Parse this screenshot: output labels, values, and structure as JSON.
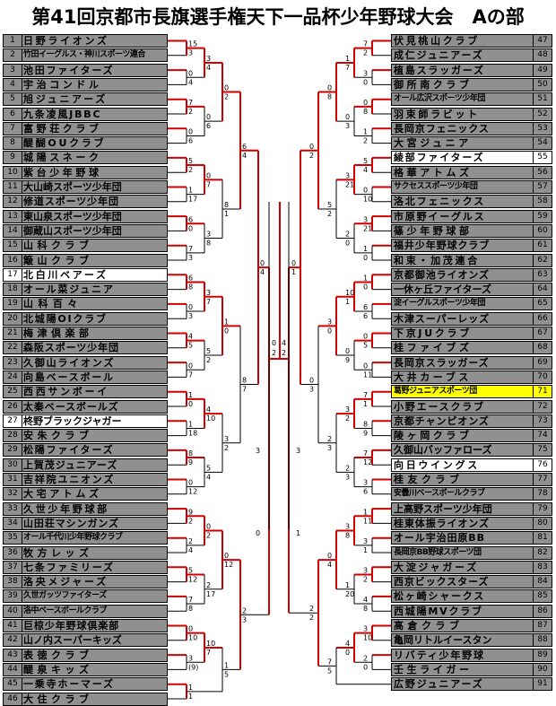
{
  "title": "第41回京都市長旗選手権天下一品杯少年野球大会　Aの部",
  "colors": {
    "team_bg": "#909090",
    "white_bg": "#ffffff",
    "highlight_bg": "#ffff00",
    "line_red": "#d00000",
    "line_black": "#000000"
  },
  "left_teams": [
    {
      "num": "1",
      "name": "日野ライオンズ"
    },
    {
      "num": "2",
      "name": "竹田イーグルス・神川スポーツ連合"
    },
    {
      "num": "3",
      "name": "池田ファイターズ"
    },
    {
      "num": "4",
      "name": "宇治コンドル"
    },
    {
      "num": "5",
      "name": "旭ジュニアーズ"
    },
    {
      "num": "6",
      "name": "九条凌風JBBC"
    },
    {
      "num": "7",
      "name": "富野荘クラブ"
    },
    {
      "num": "8",
      "name": "醍醐OUクラブ"
    },
    {
      "num": "9",
      "name": "城陽スネーク"
    },
    {
      "num": "10",
      "name": "紫台少年野球"
    },
    {
      "num": "11",
      "name": "大山崎スポーツ少年団"
    },
    {
      "num": "12",
      "name": "修道スポーツ少年団"
    },
    {
      "num": "13",
      "name": "東山泉スポーツ少年団"
    },
    {
      "num": "14",
      "name": "御蔵山スポーツ少年団"
    },
    {
      "num": "15",
      "name": "山科クラブ"
    },
    {
      "num": "16",
      "name": "簸山クラブ"
    },
    {
      "num": "17",
      "name": "北白川ベアーズ"
    },
    {
      "num": "18",
      "name": "オール菜ジュニア"
    },
    {
      "num": "19",
      "name": "山科百々"
    },
    {
      "num": "20",
      "name": "北城陽OIクラブ"
    },
    {
      "num": "21",
      "name": "梅津倶楽部"
    },
    {
      "num": "22",
      "name": "森阪スポーツ少年団"
    },
    {
      "num": "23",
      "name": "久御山ライオンズ"
    },
    {
      "num": "24",
      "name": "向島ベースボール"
    },
    {
      "num": "25",
      "name": "西西サンボーイ"
    },
    {
      "num": "26",
      "name": "太秦ベースボールズ"
    },
    {
      "num": "27",
      "name": "柊野ブラックジャガー"
    },
    {
      "num": "28",
      "name": "安朱クラブ"
    },
    {
      "num": "29",
      "name": "松陽ファイターズ"
    },
    {
      "num": "30",
      "name": "上賀茂ジュニアーズ"
    },
    {
      "num": "31",
      "name": "吉祥院ユニオンズ"
    },
    {
      "num": "32",
      "name": "大宅アトムズ"
    },
    {
      "num": "33",
      "name": "久世少年野球部"
    },
    {
      "num": "34",
      "name": "山田荘マシンガンズ"
    },
    {
      "num": "35",
      "name": "オール千代川少年野球クラブ"
    },
    {
      "num": "36",
      "name": "牧方レッズ"
    },
    {
      "num": "37",
      "name": "七条ファミリーズ"
    },
    {
      "num": "38",
      "name": "洛央メジャーズ"
    },
    {
      "num": "39",
      "name": "久世ガッツファイターズ"
    },
    {
      "num": "40",
      "name": "洛中ベースボールクラブ"
    },
    {
      "num": "41",
      "name": "巨椋少年野球倶楽部"
    },
    {
      "num": "42",
      "name": "山ノ内スーパーキッズ"
    },
    {
      "num": "43",
      "name": "表徳クラブ"
    },
    {
      "num": "44",
      "name": "醍泉キッズ"
    },
    {
      "num": "45",
      "name": "一乗寺ホーマーズ"
    },
    {
      "num": "46",
      "name": "大住クラブ"
    }
  ],
  "right_teams": [
    {
      "num": "47",
      "name": "伏見桃山クラブ"
    },
    {
      "num": "48",
      "name": "成仁ジュニアーズ"
    },
    {
      "num": "49",
      "name": "植島スラッガーズ"
    },
    {
      "num": "50",
      "name": "御所南クラブ"
    },
    {
      "num": "51",
      "name": "オール広沢スポーツ少年団"
    },
    {
      "num": "52",
      "name": "羽束師ラビット"
    },
    {
      "num": "53",
      "name": "長岡京フェニックス"
    },
    {
      "num": "54",
      "name": "大宮ジュニア"
    },
    {
      "num": "55",
      "name": "綾部ファイターズ"
    },
    {
      "num": "56",
      "name": "格華アトムズ"
    },
    {
      "num": "57",
      "name": "サクセススポーツ少年団"
    },
    {
      "num": "58",
      "name": "洛北フェニックス"
    },
    {
      "num": "59",
      "name": "市原野イーグルス"
    },
    {
      "num": "60",
      "name": "篠少年野球部"
    },
    {
      "num": "61",
      "name": "福井少年野球クラブ"
    },
    {
      "num": "62",
      "name": "和束・加茂連合"
    },
    {
      "num": "63",
      "name": "京都御池ライオンズ"
    },
    {
      "num": "64",
      "name": "一休ヶ丘ファイターズ"
    },
    {
      "num": "65",
      "name": "淀イーグルスポーツ少年団"
    },
    {
      "num": "66",
      "name": "木津スーパーレッズ"
    },
    {
      "num": "67",
      "name": "下京JUクラブ"
    },
    {
      "num": "68",
      "name": "桂ファイブズ"
    },
    {
      "num": "69",
      "name": "長岡京スラッガーズ"
    },
    {
      "num": "70",
      "name": "大井カーブス"
    },
    {
      "num": "71",
      "name": "葛野ジュニアスポーツ団"
    },
    {
      "num": "72",
      "name": "小野エースクラブ"
    },
    {
      "num": "73",
      "name": "京都チャンピオンズ"
    },
    {
      "num": "74",
      "name": "陵ヶ岡クラブ"
    },
    {
      "num": "75",
      "name": "久御山バッファローズ"
    },
    {
      "num": "76",
      "name": "向日ウイングス"
    },
    {
      "num": "77",
      "name": "桂友クラブ"
    },
    {
      "num": "78",
      "name": "安曇川ベースボールクラブ"
    },
    {
      "num": "79",
      "name": "上高野スポーツ少年団"
    },
    {
      "num": "80",
      "name": "桂東体振ライオンズ"
    },
    {
      "num": "81",
      "name": "オール宇治田原BB"
    },
    {
      "num": "82",
      "name": "長岡京BB野球スポーツ団"
    },
    {
      "num": "83",
      "name": "大淀ジャガーズ"
    },
    {
      "num": "84",
      "name": "西京ビックスターズ"
    },
    {
      "num": "85",
      "name": "松ヶ崎シャークス"
    },
    {
      "num": "86",
      "name": "西城陽MVクラブ"
    },
    {
      "num": "87",
      "name": "高倉クラブ"
    },
    {
      "num": "88",
      "name": "亀岡リトルイースタン"
    },
    {
      "num": "89",
      "name": "リバティ少年野球"
    },
    {
      "num": "90",
      "name": "壬生ライガー"
    },
    {
      "num": "91",
      "name": "広野ジュニアーズ"
    }
  ],
  "white_rows": [
    "17",
    "27",
    "55",
    "76"
  ],
  "highlight_rows": [
    "71"
  ],
  "left_scores": [
    [
      "15",
      "3"
    ],
    [
      "0",
      "4"
    ],
    [
      "7",
      "2"
    ],
    [
      "0",
      "6"
    ],
    [
      "5",
      "2"
    ],
    [
      "1",
      "17"
    ],
    [
      "6",
      "0"
    ],
    [
      "7",
      "3"
    ],
    [
      "6",
      "8"
    ],
    [
      "0",
      "3"
    ],
    [
      "4",
      "5"
    ],
    [
      "0",
      "7"
    ],
    [
      "1",
      "0"
    ],
    [
      "1",
      "18"
    ],
    [
      "8",
      "9"
    ],
    [
      "0",
      "12"
    ],
    [
      "9",
      "2"
    ],
    [
      "2",
      "4"
    ],
    [
      "5",
      "12"
    ],
    [
      "7",
      "8"
    ],
    [
      "0",
      "10"
    ],
    [
      "3",
      "(9)"
    ],
    [
      "1",
      "1"
    ],
    [
      "3",
      "4"
    ],
    [
      "0",
      "6"
    ],
    [
      "0",
      "7"
    ],
    [
      "3",
      "8"
    ],
    [
      "3",
      "7"
    ],
    [
      "5",
      "2"
    ],
    [
      "4",
      "10"
    ],
    [
      "5",
      "4"
    ],
    [
      "0",
      "2"
    ],
    [
      "2",
      "17"
    ],
    [
      "10",
      "7"
    ],
    [
      "0",
      "2"
    ],
    [
      "8",
      "1"
    ],
    [
      "1",
      "0"
    ],
    [
      "3",
      "2"
    ],
    [
      "0",
      "12"
    ],
    [
      "1",
      "5"
    ],
    [
      "6",
      "4"
    ],
    [
      "8",
      "7"
    ],
    [
      "2",
      "3"
    ],
    [
      "0",
      "4"
    ]
  ],
  "right_scores": [
    [
      "7",
      "2"
    ],
    [
      "3",
      "0"
    ],
    [
      "0",
      "8"
    ],
    [
      "1",
      "2"
    ],
    [
      "5",
      "4"
    ],
    [
      "0",
      "10"
    ],
    [
      "3",
      "21"
    ],
    [
      "1",
      "0"
    ],
    [
      "1",
      "0"
    ],
    [
      "6",
      "6"
    ],
    [
      "0",
      "5"
    ],
    [
      "0",
      "11"
    ],
    [
      "7",
      "1"
    ],
    [
      "8",
      "9"
    ],
    [
      "7",
      "12"
    ],
    [
      "3",
      "6"
    ],
    [
      "1",
      "11"
    ],
    [
      "3",
      "1"
    ],
    [
      "3",
      "2"
    ],
    [
      "4",
      "8"
    ],
    [
      "3",
      "10"
    ],
    [
      "2",
      "0"
    ],
    [
      "1",
      "7"
    ],
    [
      "0",
      "3"
    ],
    [
      "3",
      "21"
    ],
    [
      "2",
      "0"
    ],
    [
      "10",
      "1"
    ],
    [
      "0",
      "9"
    ],
    [
      "3",
      "2"
    ],
    [
      "2",
      "3"
    ],
    [
      "3",
      "8"
    ],
    [
      "1",
      "20"
    ],
    [
      "4",
      "0"
    ],
    [
      "0",
      "8"
    ],
    [
      "5",
      "2"
    ],
    [
      "3",
      "0"
    ],
    [
      "2",
      "3"
    ],
    [
      "0",
      "4"
    ],
    [
      "7",
      "5"
    ],
    [
      "0",
      "2"
    ],
    [
      "0",
      "3"
    ],
    [
      "2",
      "2"
    ],
    [
      "0",
      "1"
    ]
  ],
  "final_scores": [
    "0",
    "4",
    "2",
    "2",
    "3",
    "3",
    "0",
    "1"
  ]
}
